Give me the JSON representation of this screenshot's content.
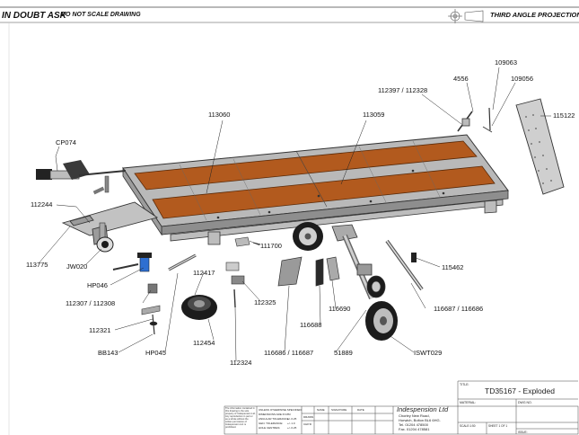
{
  "header": {
    "left_warning": "IN DOUBT ASK",
    "scale_note": "DO NOT SCALE DRAWING",
    "projection": "THIRD ANGLE PROJECTION"
  },
  "callouts": {
    "p113060": "113060",
    "p113059": "113059",
    "p112397": "112397 / 112328",
    "p4556": "4556",
    "p109063": "109063",
    "p109056": "109056",
    "p115122": "115122",
    "cp074": "CP074",
    "p112244": "112244",
    "p113775": "113775",
    "jw020": "JW020",
    "p111700": "111700",
    "p115462": "115462",
    "hp046": "HP046",
    "p112417": "112417",
    "p112307": "112307 / 112308",
    "p112325": "112325",
    "p116688": "116688",
    "p116690": "116690",
    "p116687b": "116687 / 116686",
    "p112321": "112321",
    "p112454": "112454",
    "p116686": "116686 / 116687",
    "bb143": "BB143",
    "hp045": "HP045",
    "p51889": "51889",
    "iswt029": "ISWT029",
    "p112324": "112324"
  },
  "title_block": {
    "title_label": "TITLE:",
    "title": "TD35167 - Exploded",
    "company": "Indespension Ltd",
    "address_lines": [
      "Chorley New Road,",
      "Horwich, Bolton BL6 6HG.",
      "Tel. 01204 478500",
      "Fax. 01204 478581"
    ],
    "material_label": "MATERIAL:",
    "dwg_no_label": "DWG NO.",
    "scale": "SCALE:1:50",
    "sheet": "SHEET 1 OF 1",
    "issue_label": "ISSUE:",
    "unless_note": "UNLESS OTHERWISE SPECIFIED:",
    "tol_lines": [
      "DIMENSIONS ARE IN MM",
      "ANGULAR TOLERANCE:",
      "GEN. TOLERANCE:",
      "HOLE CENTRES:"
    ],
    "tol_values": [
      "+/- 0.25",
      "+/- 1.0",
      "+/- 0.25"
    ],
    "col_drawn": "DRAWN",
    "col_chkd": "CHK'D",
    "col_name": "NAME",
    "col_signature": "SIGNATURE",
    "col_date": "DATE",
    "confidential": "The information contained in this drawing is the sole property of Indespension Ltd. Any reproduction in part or as a whole without the written permission of Indespension Ltd. is prohibited."
  }
}
